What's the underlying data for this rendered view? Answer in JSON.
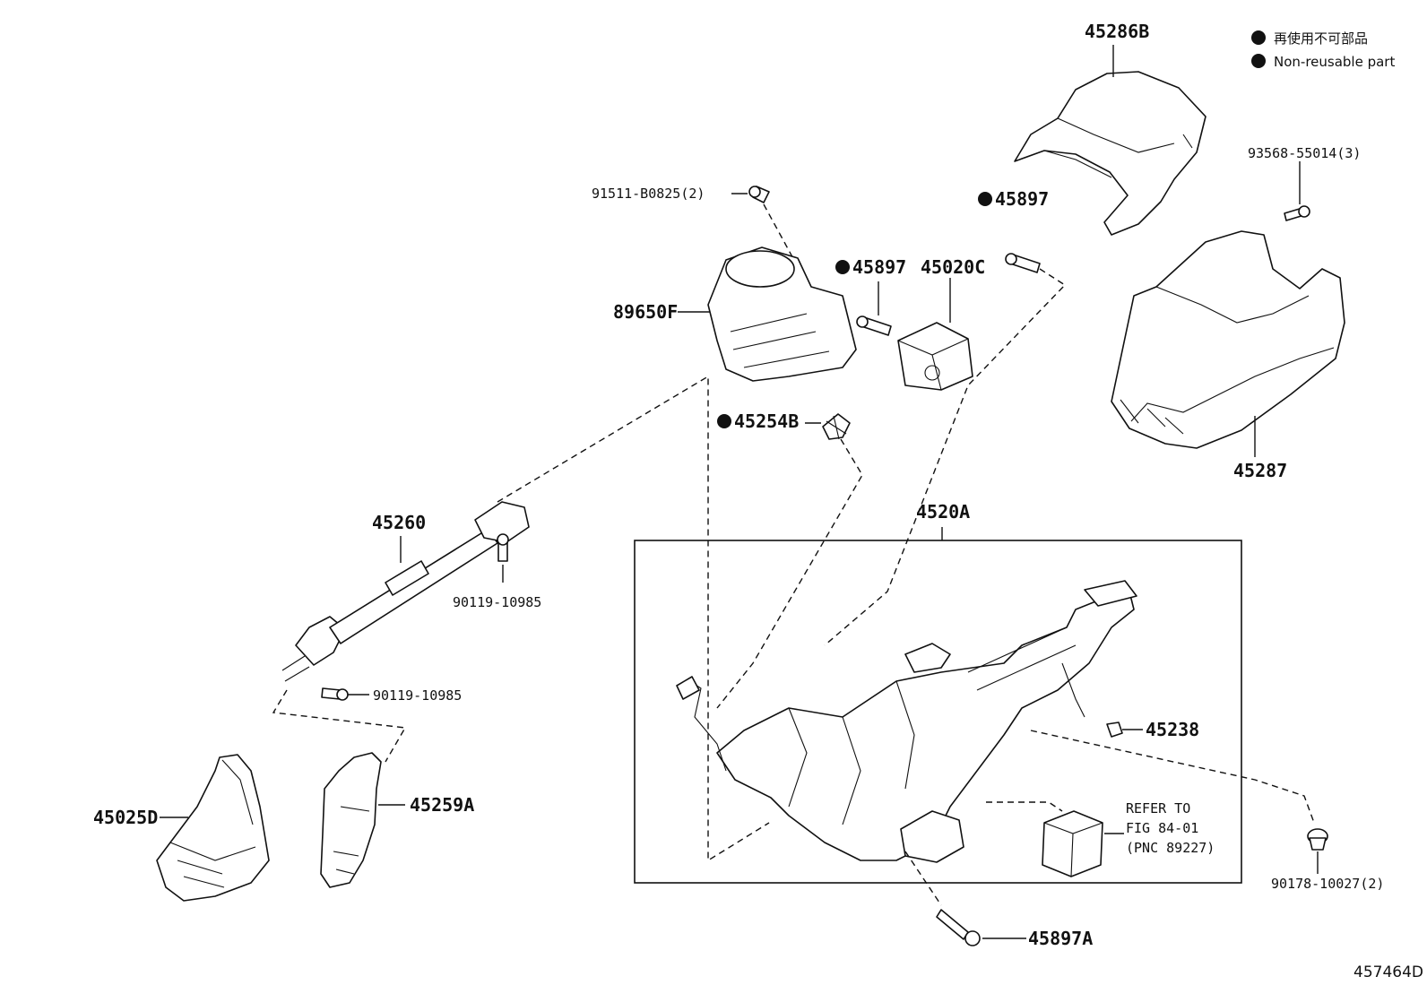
{
  "legend": {
    "jp": "再使用不可部品",
    "en": "Non-reusable part"
  },
  "diagram_id": "457464D",
  "labels": {
    "p45286B": "45286B",
    "p93568": "93568-55014(3)",
    "p45897_top": "45897",
    "p91511": "91511-B0825(2)",
    "p45897_mid": "45897",
    "p45020C": "45020C",
    "p89650F": "89650F",
    "p45254B": "45254B",
    "p45287": "45287",
    "p45260": "45260",
    "p90119_a": "90119-10985",
    "p90119_b": "90119-10985",
    "p4520A": "4520A",
    "p45238": "45238",
    "refer_1": "REFER TO",
    "refer_2": "FIG 84-01",
    "refer_3": "(PNC 89227)",
    "p90178": "90178-10027(2)",
    "p45025D": "45025D",
    "p45259A": "45259A",
    "p45897A": "45897A"
  }
}
